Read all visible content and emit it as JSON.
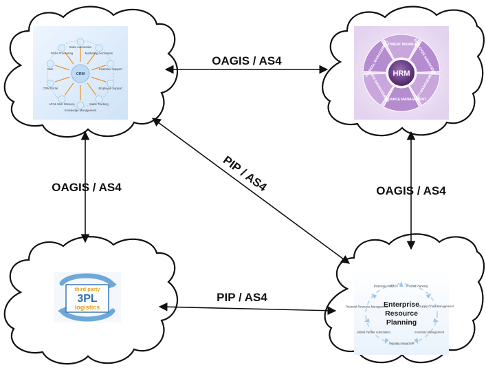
{
  "links": {
    "top": "OAGIS / AS4",
    "left": "OAGIS / AS4",
    "right": "OAGIS / AS4",
    "diagonal": "PIP / AS4",
    "bottom": "PIP / AS4"
  },
  "crm": {
    "center": "CRM",
    "items": [
      "Sales Automation",
      "Marketing Automation",
      "Customer Support",
      "Employee Support",
      "Sales Tracking",
      "Knowledge Management",
      "API & Web Services",
      "CRM Portal",
      "Web",
      "Order Processing"
    ]
  },
  "hrm": {
    "center": "HRM",
    "segments": [
      "RECRUITMENT MANAGEMENT",
      "EMPLOYEE MANAGEMENT",
      "SHIFT MANAGEMENT",
      "ATTENDANCE MANAGEMENT",
      "LEAVE MANAGEMENT",
      "PAYROLL MANAGEMENT"
    ]
  },
  "tpl": {
    "line1": "third party",
    "line2": "3PL",
    "line3": "logistics"
  },
  "erp": {
    "title_lines": [
      "Enterprise",
      "Resource",
      "Planning"
    ],
    "items": [
      "Business Analytics",
      "Product Planning",
      "Supply Chain Management",
      "Inventory Management",
      "Supplier Interaction",
      "Global Partner Automation",
      "Financial Resource Management"
    ]
  }
}
